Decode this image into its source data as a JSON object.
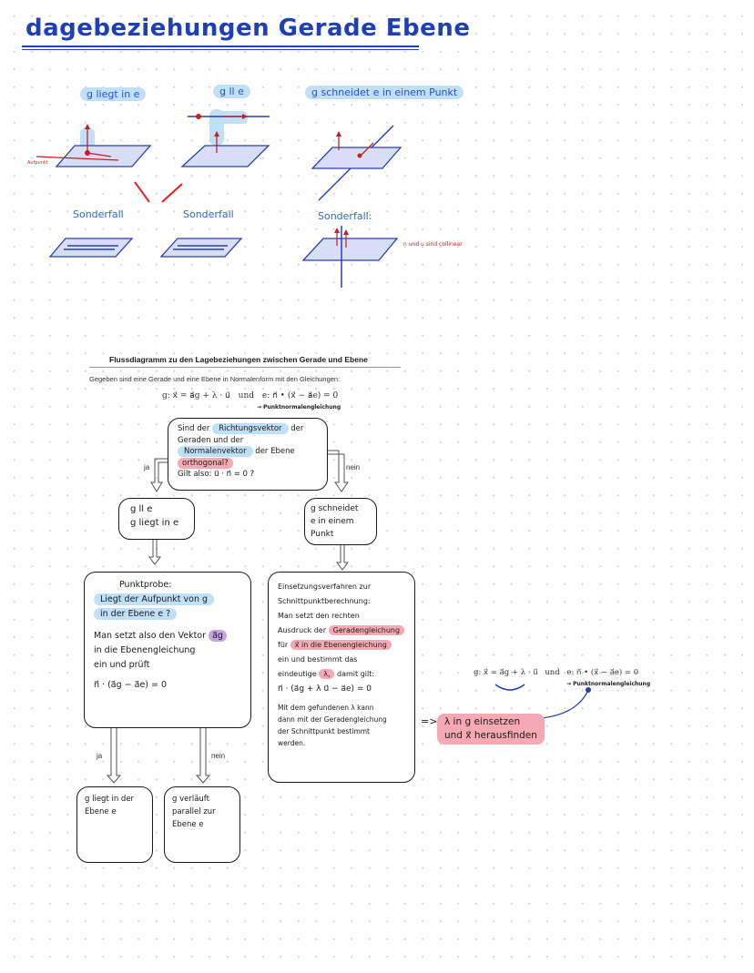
{
  "title": "dagebeziehungen Gerade Ebene",
  "top_row": {
    "case1_label": "g liegt in e",
    "case2_label": "g ll e",
    "case3_label": "g schneidet e in einem Punkt",
    "aufpunkt_label": "Aufpunkt",
    "sonder1": "Sonderfall",
    "sonder2": "Sonderfall",
    "sonder3": "Sonderfall:",
    "collinear_note": "n und u sind collinear"
  },
  "flow": {
    "title": "Flussdiagramm zu den Lagebeziehungen zwischen Gerade und Ebene",
    "subtitle": "Gegeben sind eine Gerade und eine Ebene in Normalenform mit den Gleichungen:",
    "eq_g": "g: x⃗ = a⃗g + λ · u⃗",
    "eq_und": "und",
    "eq_e": "e: n⃗ • (x⃗ − a⃗e) = 0",
    "eq_note": "→ Punktnormalengleichung",
    "question": {
      "l1a": "Sind der",
      "l1b": "Richtungsvektor",
      "l1c": "der",
      "l2": "Geraden und der",
      "l3a": "Normalenvektor",
      "l3b": "der Ebene",
      "l4": "orthogonal?",
      "l5": "Gilt also:  u⃗ · n⃗ = 0 ?"
    },
    "ja": "ja",
    "nein": "nein",
    "box_left_l1": "g ll e",
    "box_left_l2": "g liegt in e",
    "box_right_l1": "g schneidet",
    "box_right_l2": "e in einem",
    "box_right_l3": "Punkt",
    "probe": {
      "title": "Punktprobe:",
      "l1": "Liegt der Aufpunkt von g",
      "l2": "in der Ebene e ?",
      "l3": "Man setzt also den Vektor",
      "vec": "a⃗g",
      "l4": "in die Ebenengleichung",
      "l5": "ein und prüft",
      "l6": "n⃗ · (a⃗g − a⃗e) = 0"
    },
    "einsetz": {
      "l1": "Einsetzungsverfahren zur",
      "l2": "Schnittpunktberechnung:",
      "l3": "Man setzt den rechten",
      "l4a": "Ausdruck der",
      "l4b": "Geradengleichung",
      "l5a": "für",
      "l5b": "x⃗ in die Ebenengleichung",
      "l6": "ein und bestimmt das",
      "l7a": "eindeutige",
      "l7b": "λ,",
      "l7c": "damit gilt:",
      "l8": "n⃗ · (a⃗g + λ u⃗ − a⃗e) = 0",
      "l9": "Mit dem gefundenen λ kann",
      "l10": "dann mit der Geradengleichung",
      "l11": "der Schnittpunkt bestimmt",
      "l12": "werden."
    },
    "ja2": "ja",
    "nein2": "nein",
    "result_left_l1": "g liegt in der",
    "result_left_l2": "Ebene e",
    "result_right_l1": "g verläuft",
    "result_right_l2": "parallel zur",
    "result_right_l3": "Ebene e",
    "implies": "=>",
    "lambda_l1": "λ in g einsetzen",
    "lambda_l2": "und x⃗ herausfinden",
    "eq2_g": "g: x⃗ = a⃗g + λ · u⃗",
    "eq2_und": "und",
    "eq2_e": "e: n⃗ • (x⃗ − a⃗e) = 0",
    "eq2_note": "→ Punktnormalengleichung"
  },
  "colors": {
    "blue": "#1f3fb8",
    "highlight_blue": "#bfe0f7",
    "highlight_pink": "#f6a9b2",
    "highlight_purple": "#c7a2e6",
    "plane": "#d9def7"
  }
}
